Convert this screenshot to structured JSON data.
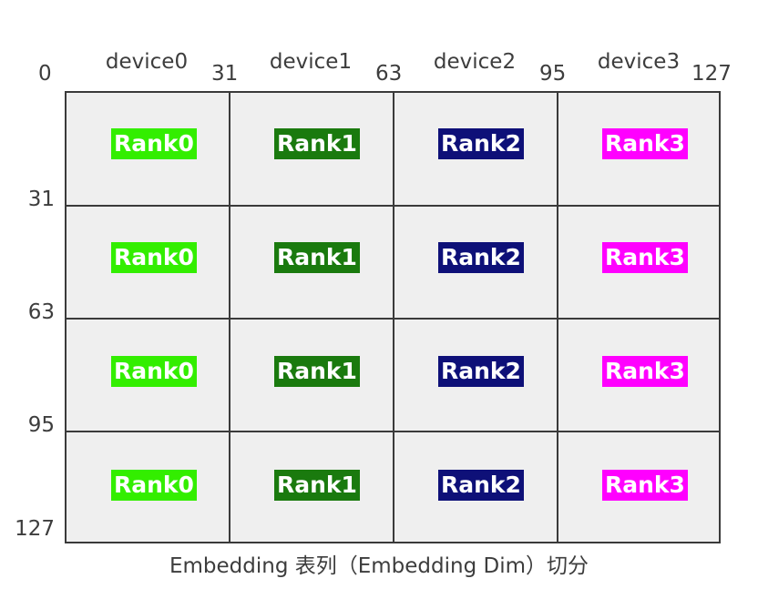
{
  "figure": {
    "caption": "Embedding 表列（Embedding Dim）切分",
    "grid": {
      "rows": 4,
      "cols": 4,
      "cell_background": "#efefef",
      "line_color": "#3a3a3a"
    }
  },
  "columns": [
    {
      "label": "device0",
      "start_tick": "0",
      "end_tick": "31"
    },
    {
      "label": "device1",
      "start_tick": "31",
      "end_tick": "63"
    },
    {
      "label": "device2",
      "start_tick": "63",
      "end_tick": "95"
    },
    {
      "label": "device3",
      "start_tick": "95",
      "end_tick": "127"
    }
  ],
  "top_ticks": [
    "0",
    "31",
    "63",
    "95",
    "127"
  ],
  "left_ticks": [
    "31",
    "63",
    "95",
    "127"
  ],
  "ranks": [
    {
      "label": "Rank0",
      "bg": "#33ee00",
      "fg": "#ffffff"
    },
    {
      "label": "Rank1",
      "bg": "#1a7a0e",
      "fg": "#ffffff"
    },
    {
      "label": "Rank2",
      "bg": "#0e1078",
      "fg": "#ffffff"
    },
    {
      "label": "Rank3",
      "bg": "#ff00ff",
      "fg": "#ffffff"
    }
  ],
  "cells": [
    [
      "Rank0",
      "Rank1",
      "Rank2",
      "Rank3"
    ],
    [
      "Rank0",
      "Rank1",
      "Rank2",
      "Rank3"
    ],
    [
      "Rank0",
      "Rank1",
      "Rank2",
      "Rank3"
    ],
    [
      "Rank0",
      "Rank1",
      "Rank2",
      "Rank3"
    ]
  ],
  "chart_data": {
    "type": "heatmap",
    "title": "",
    "xlabel": "Embedding 表列（Embedding Dim）切分",
    "ylabel": "",
    "x_categories": [
      "device0",
      "device1",
      "device2",
      "device3"
    ],
    "x_tick_labels": [
      "0",
      "31",
      "63",
      "95",
      "127"
    ],
    "y_tick_labels": [
      "31",
      "63",
      "95",
      "127"
    ],
    "xlim": [
      0,
      127
    ],
    "ylim": [
      0,
      127
    ],
    "grid": true,
    "legend": "none",
    "series": [
      {
        "name": "Rank0",
        "color": "#33ee00",
        "column": 0,
        "rows": [
          0,
          1,
          2,
          3
        ]
      },
      {
        "name": "Rank1",
        "color": "#1a7a0e",
        "column": 1,
        "rows": [
          0,
          1,
          2,
          3
        ]
      },
      {
        "name": "Rank2",
        "color": "#0e1078",
        "column": 2,
        "rows": [
          0,
          1,
          2,
          3
        ]
      },
      {
        "name": "Rank3",
        "color": "#ff00ff",
        "column": 3,
        "rows": [
          0,
          1,
          2,
          3
        ]
      }
    ],
    "values": [
      [
        "Rank0",
        "Rank1",
        "Rank2",
        "Rank3"
      ],
      [
        "Rank0",
        "Rank1",
        "Rank2",
        "Rank3"
      ],
      [
        "Rank0",
        "Rank1",
        "Rank2",
        "Rank3"
      ],
      [
        "Rank0",
        "Rank1",
        "Rank2",
        "Rank3"
      ]
    ]
  }
}
